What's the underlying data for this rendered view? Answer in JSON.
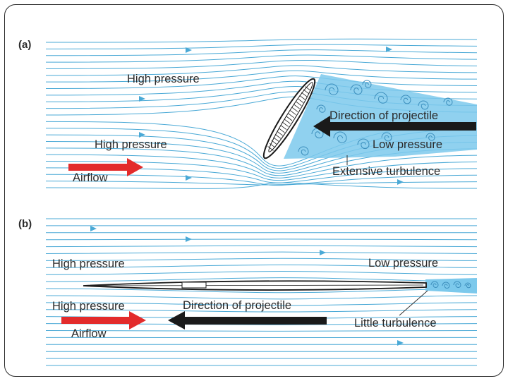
{
  "panel_a": {
    "label": "(a)",
    "high_pressure_top": "High pressure",
    "high_pressure_bottom": "High pressure",
    "airflow": "Airflow",
    "direction": "Direction of projectile",
    "low_pressure": "Low pressure",
    "turbulence": "Extensive turbulence"
  },
  "panel_b": {
    "label": "(b)",
    "high_pressure_top": "High pressure",
    "high_pressure_bottom": "High pressure",
    "low_pressure": "Low pressure",
    "direction": "Direction of projectile",
    "airflow": "Airflow",
    "turbulence": "Little turbulence"
  },
  "colors": {
    "streamline": "#4aa9d6",
    "wake": "#7cc9ec",
    "airflow_arrow": "#e32b2b",
    "projectile_arrow": "#1a1a1a",
    "frame": "#2a2a2a"
  }
}
